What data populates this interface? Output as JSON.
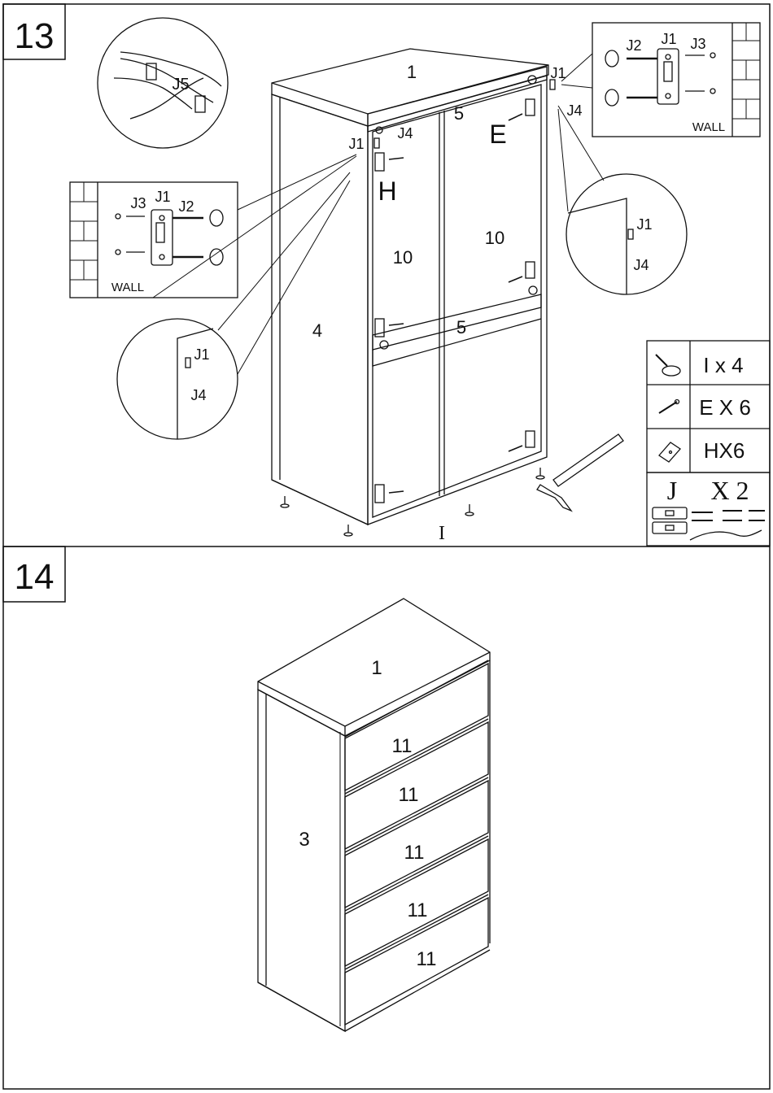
{
  "step13": {
    "number": "13",
    "parts": {
      "top": "1",
      "side": "4",
      "shelf_top": "5",
      "shelf_mid": "5",
      "door_left": "10",
      "door_right": "10",
      "bracket_h": "H",
      "screw_e": "E",
      "foot_i": "I",
      "strap": "J5"
    },
    "callouts": {
      "j1": "J1",
      "j2": "J2",
      "j3": "J3",
      "j4": "J4",
      "wall": "WALL"
    },
    "hardware_table": [
      {
        "icon": "foot-glide-icon",
        "text": "I x 4"
      },
      {
        "icon": "screw-icon",
        "text": "E X 6"
      },
      {
        "icon": "corner-bracket-icon",
        "text": "HX6"
      }
    ],
    "kit": {
      "letter": "J",
      "qty": "X 2"
    }
  },
  "step14": {
    "number": "14",
    "parts": {
      "top": "1",
      "side": "3",
      "drawers": [
        "11",
        "11",
        "11",
        "11",
        "11"
      ]
    }
  }
}
